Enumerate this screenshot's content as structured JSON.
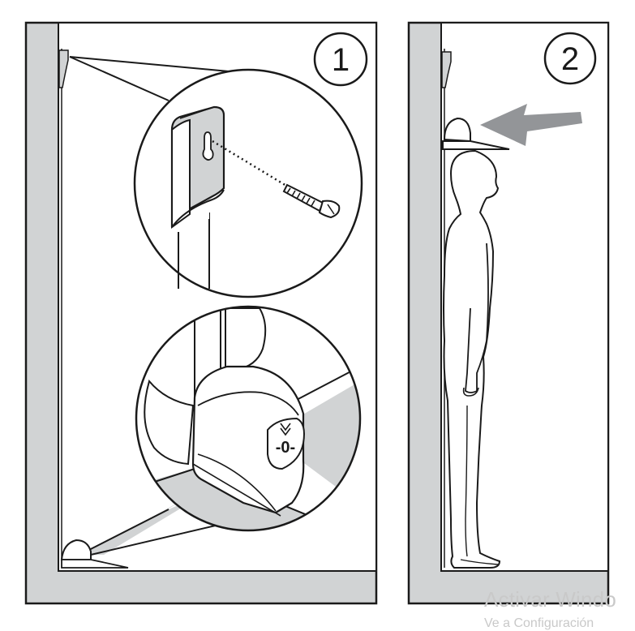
{
  "panels": [
    {
      "step": "1"
    },
    {
      "step": "2"
    }
  ],
  "device": {
    "dial_label": "-0-"
  },
  "watermark": {
    "line1": "Activar Windo",
    "line2": "Ve a Configuración"
  },
  "colors": {
    "wall": "#d1d3d4",
    "outline": "#1a1a1a",
    "arrow": "#939598"
  },
  "icons": [
    "wall-mount-bracket-icon",
    "screw-icon",
    "height-meter-icon",
    "person-silhouette-icon",
    "arrow-left-icon"
  ]
}
